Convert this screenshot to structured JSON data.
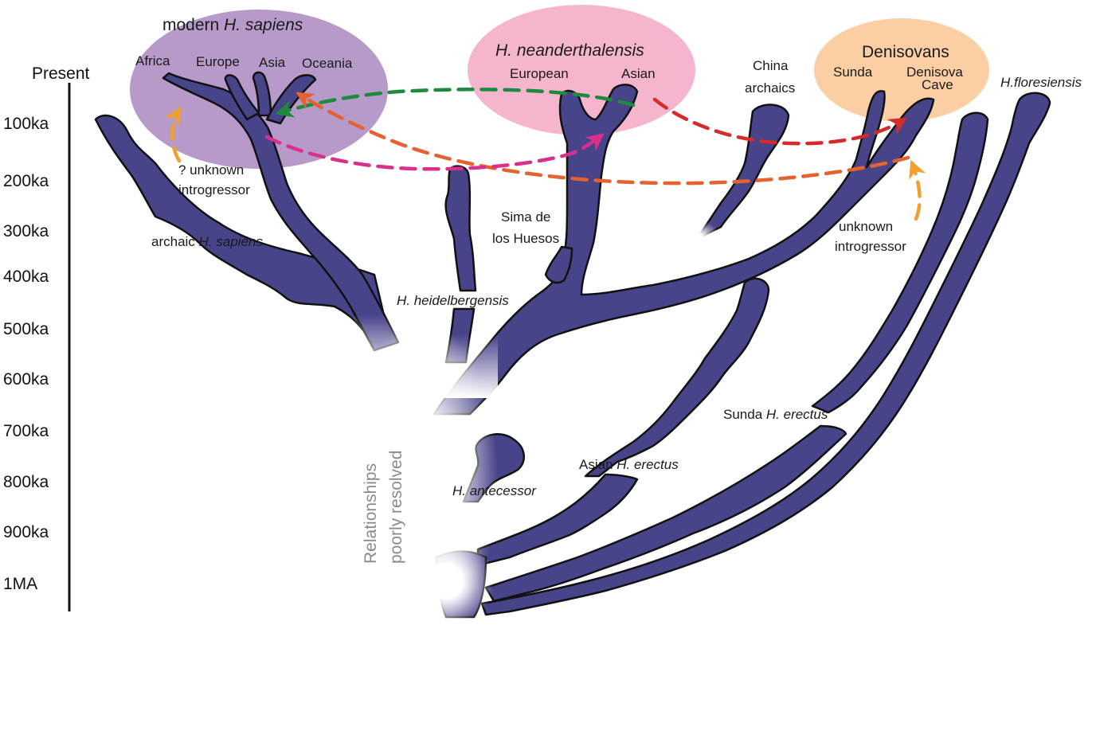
{
  "axis": {
    "present": "Present",
    "ticks": [
      "100ka",
      "200ka",
      "300ka",
      "400ka",
      "500ka",
      "600ka",
      "700ka",
      "800ka",
      "900ka",
      "1MA"
    ]
  },
  "groups": {
    "sapiens": {
      "title_prefix": "modern ",
      "title_italic": "H. sapiens",
      "color": "#b79ac9",
      "africa": "Africa",
      "europe": "Europe",
      "asia": "Asia",
      "oceania": "Oceania"
    },
    "neanderthal": {
      "title": "H. neanderthalensis",
      "color": "#f5b5cf",
      "european": "European",
      "asian": "Asian"
    },
    "denisovan": {
      "title": "Denisovans",
      "color": "#fbcfa3",
      "sunda": "Sunda",
      "cave_line1": "Denisova",
      "cave_line2": "Cave"
    }
  },
  "labels": {
    "china_line1": "China",
    "china_line2": "archaics",
    "floresiensis": "H.floresiensis",
    "unknown_left_line1": "? unknown",
    "unknown_left_line2": "introgressor",
    "archaic_prefix": "archaic ",
    "archaic_italic": "H. sapiens",
    "sima_line1": "Sima de",
    "sima_line2": "los Huesos",
    "heidelbergensis": "H. heidelbergensis",
    "unknown_right_line1": "unknown",
    "unknown_right_line2": "introgressor",
    "sunda_erectus_prefix": "Sunda ",
    "sunda_erectus_italic": "H. erectus",
    "asian_erectus_prefix": "Asian ",
    "asian_erectus_italic": "H. erectus",
    "antecessor": "H. antecessor",
    "relationships_line1": "Relationships",
    "relationships_line2": "poorly resolved"
  },
  "colors": {
    "branch": "#48448a",
    "flow_green": "#1e8a3e",
    "flow_orange": "#e4622f",
    "flow_magenta": "#d92f8d",
    "flow_red": "#d72b2b",
    "flow_light_orange": "#f0a030"
  }
}
